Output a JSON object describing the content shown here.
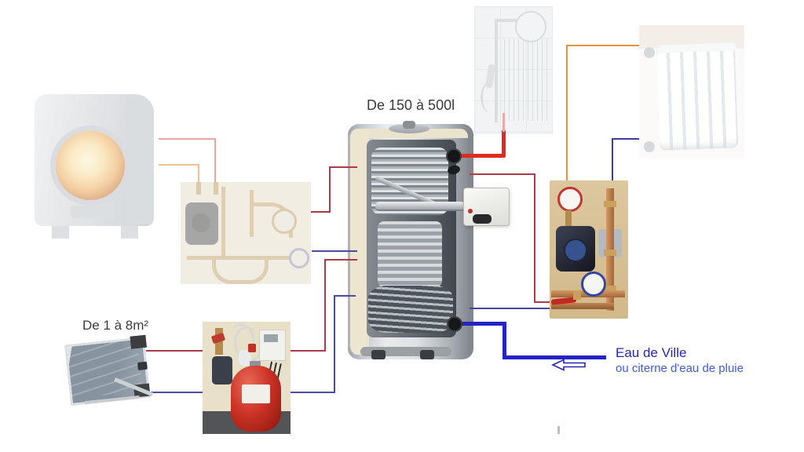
{
  "labels": {
    "tank_capacity": "De 150 à 500l",
    "solar_panel_area": "De 1 à 8m²"
  },
  "water_source": {
    "line1": "Eau de Ville",
    "line2": "ou citerne d'eau de pluie"
  },
  "components": [
    "pellet-stove",
    "hydraulic-module",
    "buffer-tank",
    "electric-immersion-heater",
    "shower",
    "radiator",
    "heating-pump-station",
    "solar-pump-station",
    "solar-panel",
    "water-inlet-arrow"
  ],
  "connections": [
    {
      "id": "stove-supply",
      "color_ref": "hot_pale",
      "from": "pellet-stove",
      "to": "hydraulic-module"
    },
    {
      "id": "stove-return",
      "color_ref": "warm_pale",
      "from": "pellet-stove",
      "to": "hydraulic-module"
    },
    {
      "id": "module-supply",
      "color_ref": "hot_dark",
      "from": "hydraulic-module",
      "to": "buffer-tank-top"
    },
    {
      "id": "module-return",
      "color_ref": "cold_navy",
      "from": "buffer-tank",
      "to": "hydraulic-module"
    },
    {
      "id": "solar-supply",
      "color_ref": "hot_dark",
      "from": "solar-panel",
      "to": "buffer-tank"
    },
    {
      "id": "solar-return",
      "color_ref": "cold_navy",
      "from": "buffer-tank",
      "to": "solar-panel"
    },
    {
      "id": "dhw-supply",
      "color_ref": "hot_bright",
      "from": "buffer-tank-top",
      "to": "shower"
    },
    {
      "id": "heating-supply",
      "color_ref": "hot_dark",
      "from": "buffer-tank",
      "to": "heating-pump-station"
    },
    {
      "id": "heating-return",
      "color_ref": "cold_thin",
      "from": "heating-pump-station",
      "to": "buffer-tank"
    },
    {
      "id": "radiator-supply",
      "color_ref": "orange",
      "from": "heating-pump-station",
      "to": "radiator"
    },
    {
      "id": "radiator-return",
      "color_ref": "cold_dark",
      "from": "radiator",
      "to": "heating-pump-station"
    },
    {
      "id": "cold-water-inlet",
      "color_ref": "cold_bright",
      "from": "water-main",
      "to": "buffer-tank-bottom"
    }
  ],
  "colors": {
    "hot_dark": "#ac3a48",
    "hot_bright": "#e12a22",
    "hot_pale": "#e7a8a4",
    "hot_pale_stub": "#eba9a6",
    "warm_pale": "#ecc09a",
    "orange": "#e8943c",
    "cold_navy": "#4b4ba2",
    "cold_dark": "#3d3d99",
    "cold_bright": "#2323c8",
    "cold_thin": "#4646a0",
    "label_text": "#3b3b3b",
    "water_text_main": "#2727b2",
    "water_text_alt": "#3f5ad8"
  }
}
